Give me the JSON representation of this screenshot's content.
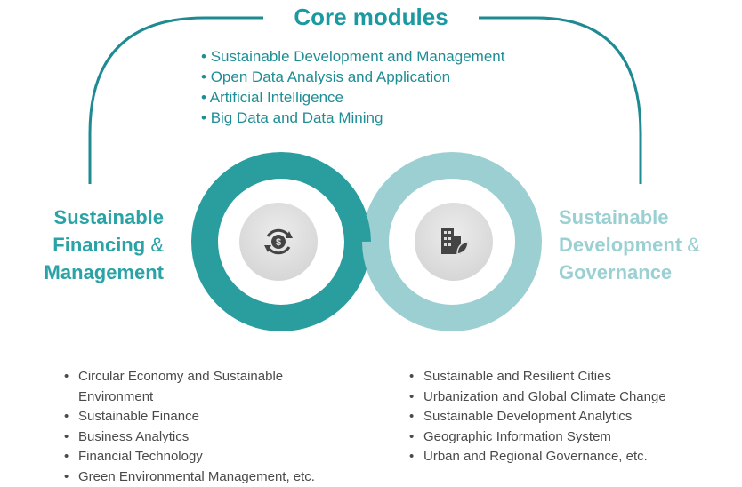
{
  "title": "Core modules",
  "core_items": [
    "Sustainable Development and Management",
    "Open Data Analysis and Application",
    "Artificial Intelligence",
    "Big Data and Data Mining"
  ],
  "left_side": {
    "line1": "Sustainable",
    "line2": "Financing",
    "amp": "&",
    "line3": "Management"
  },
  "right_side": {
    "line1": "Sustainable",
    "line2": "Development",
    "amp": "&",
    "line3": "Governance"
  },
  "left_list": [
    "Circular Economy and Sustainable Environment",
    "Sustainable Finance",
    "Business Analytics",
    "Financial Technology",
    "Green Environmental Management, etc."
  ],
  "right_list": [
    "Sustainable and Resilient Cities",
    "Urbanization and Global Climate Change",
    "Sustainable Development Analytics",
    "Geographic Information System",
    "Urban and Regional Governance, etc."
  ],
  "colors": {
    "dark_teal": "#2a9d9f",
    "light_teal": "#9ccfd2",
    "title": "#1a9aa0"
  },
  "icons": {
    "left": "dollar-cycle-icon",
    "right": "building-leaf-icon"
  }
}
